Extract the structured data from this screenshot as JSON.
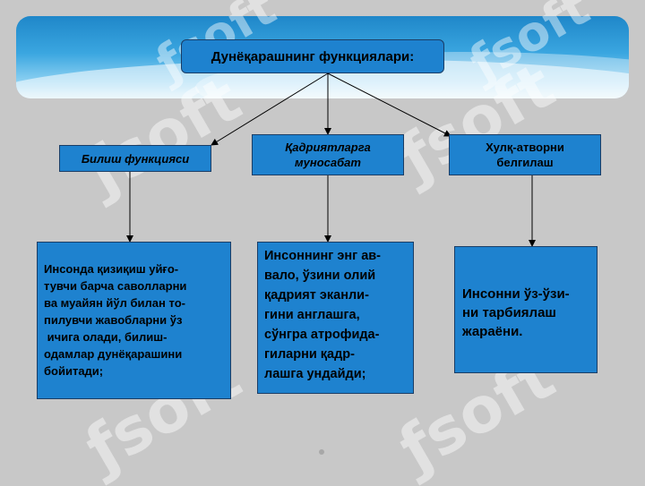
{
  "title": "Дунёқарашнинг функциялари:",
  "categories": [
    {
      "lines": [
        "Билиш функцияси"
      ]
    },
    {
      "lines": [
        "Қадриятларга",
        "муносабат"
      ]
    },
    {
      "lines": [
        "Хулқ-атворни",
        "белгилаш"
      ]
    }
  ],
  "descriptions": [
    {
      "lines": [
        "Инсонда қизиқиш уйғо-",
        "тувчи барча саволларни",
        "ва муайян йўл билан то-",
        "пилувчи жавобларни ўз",
        " ичига олади, билиш-",
        "одамлар дунёқарашини",
        "бойитади;"
      ]
    },
    {
      "lines": [
        "Инсоннинг энг ав-",
        "вало, ўзини олий",
        "қадрият эканли-",
        "гини англашга,",
        "сўнгра атрофида-",
        "гиларни қадр-",
        "лашга ундайди;"
      ]
    },
    {
      "lines": [
        "Инсонни ўз-ўзи-",
        "ни тарбиялаш",
        "жараёни."
      ]
    }
  ],
  "watermark": "ƒsoft",
  "colors": {
    "box_fill": "#1e82cf",
    "box_border": "#1a3d66",
    "background": "#c8c8c8"
  }
}
